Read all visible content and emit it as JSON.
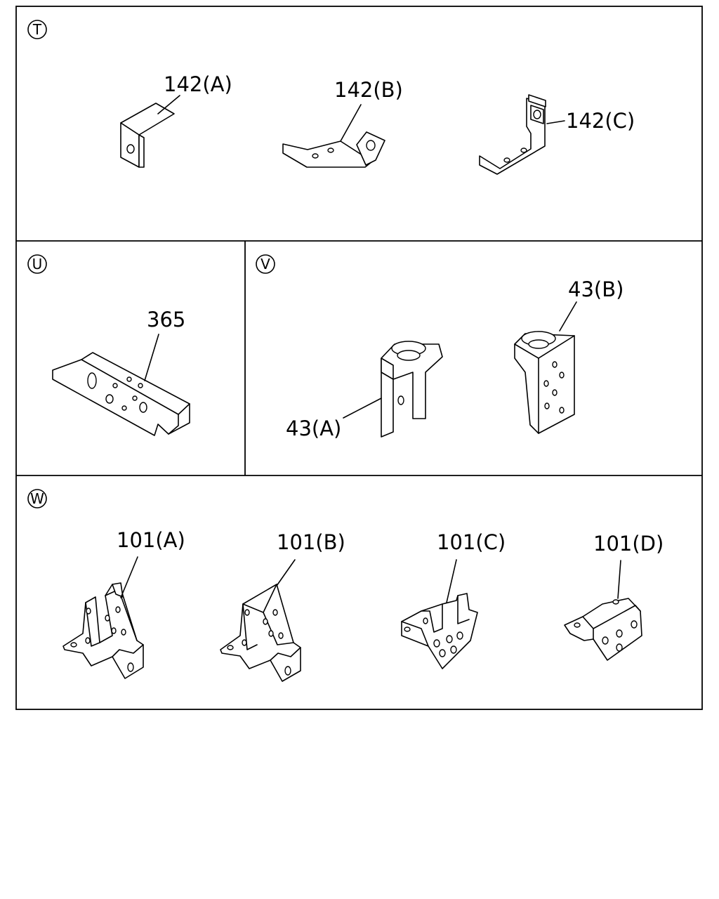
{
  "sections": [
    {
      "id": "T",
      "parts": [
        "142(A)",
        "142(B)",
        "142(C)"
      ]
    },
    {
      "id": "U",
      "parts": [
        "365"
      ]
    },
    {
      "id": "V",
      "parts": [
        "43(A)",
        "43(B)"
      ]
    },
    {
      "id": "W",
      "parts": [
        "101(A)",
        "101(B)",
        "101(C)",
        "101(D)"
      ]
    }
  ]
}
